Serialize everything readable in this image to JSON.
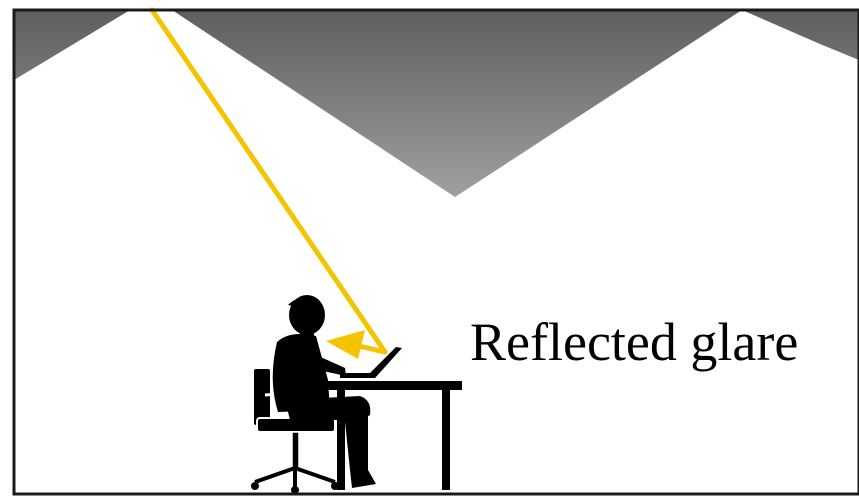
{
  "diagram": {
    "label": "Reflected glare",
    "colors": {
      "background": "#ffffff",
      "border": "#1a1a1a",
      "ceiling_dark": "#5e5e5e",
      "ceiling_light": "#9a9a9a",
      "light_ray": "#f4c400",
      "silhouette": "#000000",
      "chair_outline": "#ffffff"
    },
    "elements": {
      "ceiling": "ceiling-light-fixtures",
      "ray": "reflected-light-ray",
      "person": "person-at-desk-silhouette",
      "laptop": "laptop-screen",
      "desk": "desk",
      "chair": "office-chair"
    }
  }
}
